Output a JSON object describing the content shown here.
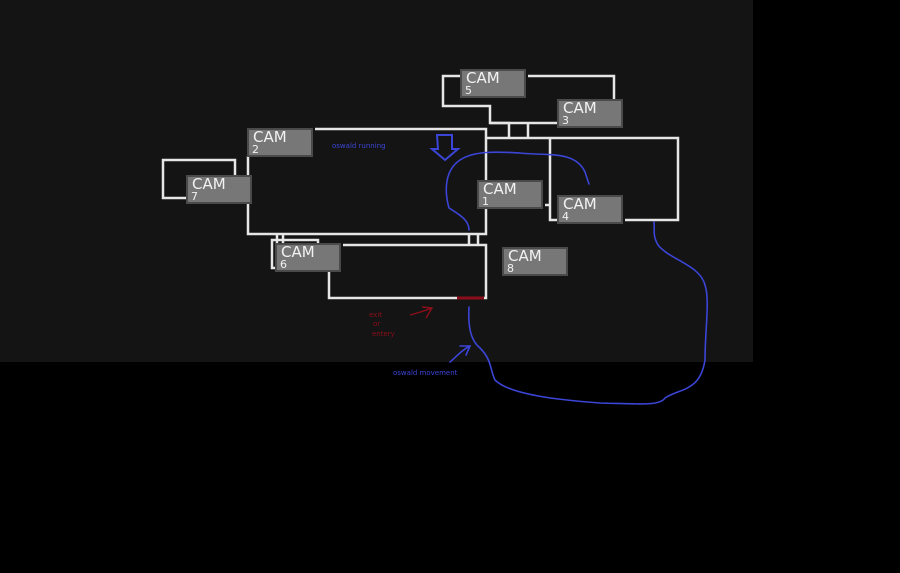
{
  "cameras": [
    {
      "label": "CAM",
      "number": "5"
    },
    {
      "label": "CAM",
      "number": "3"
    },
    {
      "label": "CAM",
      "number": "2"
    },
    {
      "label": "CAM",
      "number": "7"
    },
    {
      "label": "CAM",
      "number": "1"
    },
    {
      "label": "CAM",
      "number": "4"
    },
    {
      "label": "CAM",
      "number": "6"
    },
    {
      "label": "CAM",
      "number": "8"
    }
  ],
  "annotations": {
    "oswald_running": "oswald running",
    "exit_line1": "exit",
    "exit_line2": "or",
    "exit_line3": "entery",
    "oswald_movement": "oswald movement"
  },
  "colors": {
    "panel": "#141414",
    "wall": "#e6e6e6",
    "camera": "#777777",
    "blue_ink": "#3b45d6",
    "red_ink": "#8b0f1a"
  }
}
